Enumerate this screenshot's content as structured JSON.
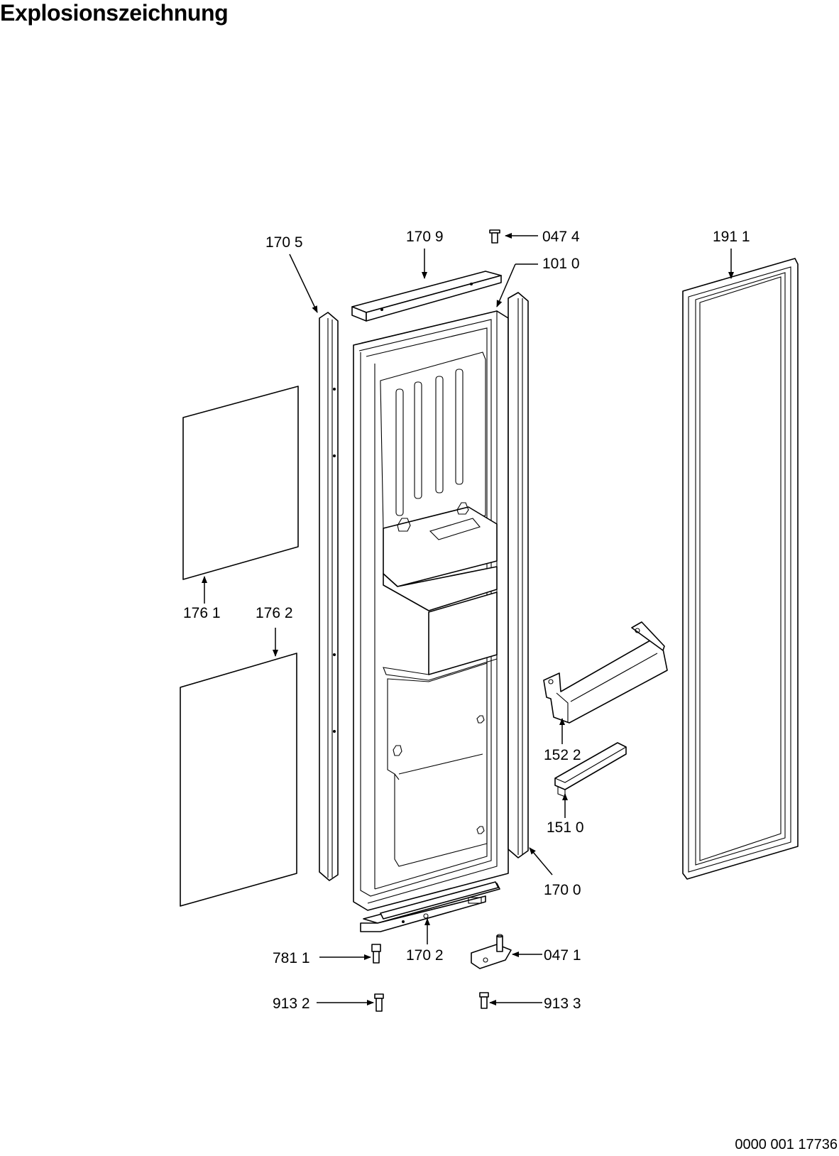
{
  "title": "Explosionszeichnung",
  "document_number": "0000 001 17736",
  "part_labels": {
    "p1705": "170 5",
    "p1709": "170 9",
    "p0474": "047 4",
    "p1010": "101 0",
    "p1911": "191 1",
    "p1761": "176 1",
    "p1762": "176 2",
    "p1522": "152 2",
    "p1510": "151 0",
    "p1700": "170 0",
    "p7811": "781 1",
    "p1702": "170 2",
    "p0471": "047 1",
    "p9132": "913 2",
    "p9133": "913 3"
  }
}
